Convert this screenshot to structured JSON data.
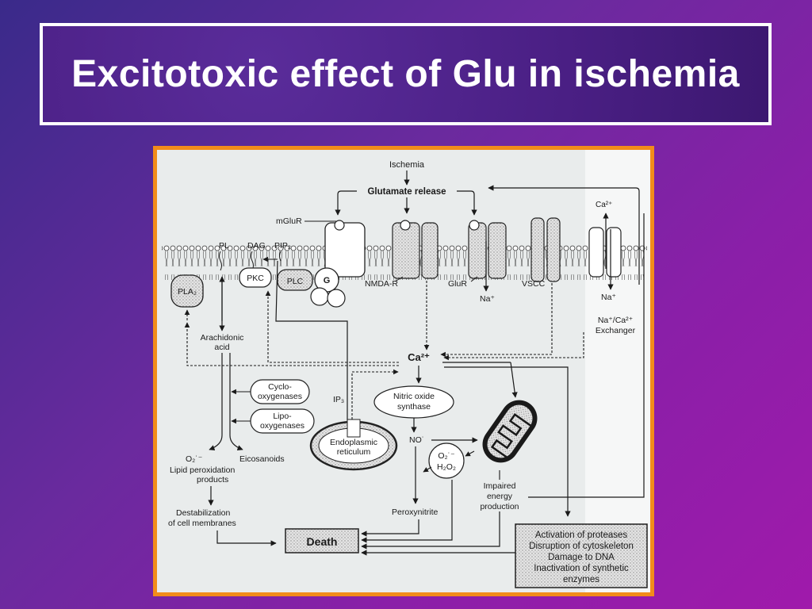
{
  "slide": {
    "title": "Excitotoxic effect of Glu in ischemia"
  },
  "diagram": {
    "ischemia": "Ischemia",
    "glutamate_release": "Glutamate release",
    "mglur": "mGluR",
    "ca_out": "Ca²⁺",
    "pl": "PL",
    "dag": "DAG",
    "pip2": "PIP₂",
    "pla2": "PLA₂",
    "pkc": "PKC",
    "plc": "PLC",
    "g": "G",
    "nmda_r": "NMDA-R",
    "glur": "GluR",
    "vscc": "VSCC",
    "na_glur": "Na⁺",
    "na_right": "Na⁺",
    "exchanger_line1": "Na⁺/Ca²⁺",
    "exchanger_line2": "Exchanger",
    "arachidonic_line1": "Arachidonic",
    "arachidonic_line2": "acid",
    "ca_center": "Ca²⁺",
    "cyclo_line1": "Cyclo-",
    "cyclo_line2": "oxygenases",
    "lipo_line1": "Lipo-",
    "lipo_line2": "oxygenases",
    "ip3": "IP₃",
    "nos_line1": "Nitric oxide",
    "nos_line2": "synthase",
    "no": "NO˙",
    "er_line1": "Endoplasmic",
    "er_line2": "reticulum",
    "o2_radical": "O₂˙⁻",
    "o2_bubble": "O₂˙⁻",
    "h2o2": "H₂O₂",
    "eicosanoids": "Eicosanoids",
    "lipid_line1": "Lipid peroxidation",
    "lipid_line2": "products",
    "impaired_line1": "Impaired",
    "impaired_line2": "energy",
    "impaired_line3": "production",
    "peroxynitrite": "Peroxynitrite",
    "destab_line1": "Destabilization",
    "destab_line2": "of cell membranes",
    "death": "Death",
    "effects": [
      "Activation of proteases",
      "Disruption of cytoskeleton",
      "Damage to DNA",
      "Inactivation of synthetic",
      "enzymes"
    ]
  }
}
